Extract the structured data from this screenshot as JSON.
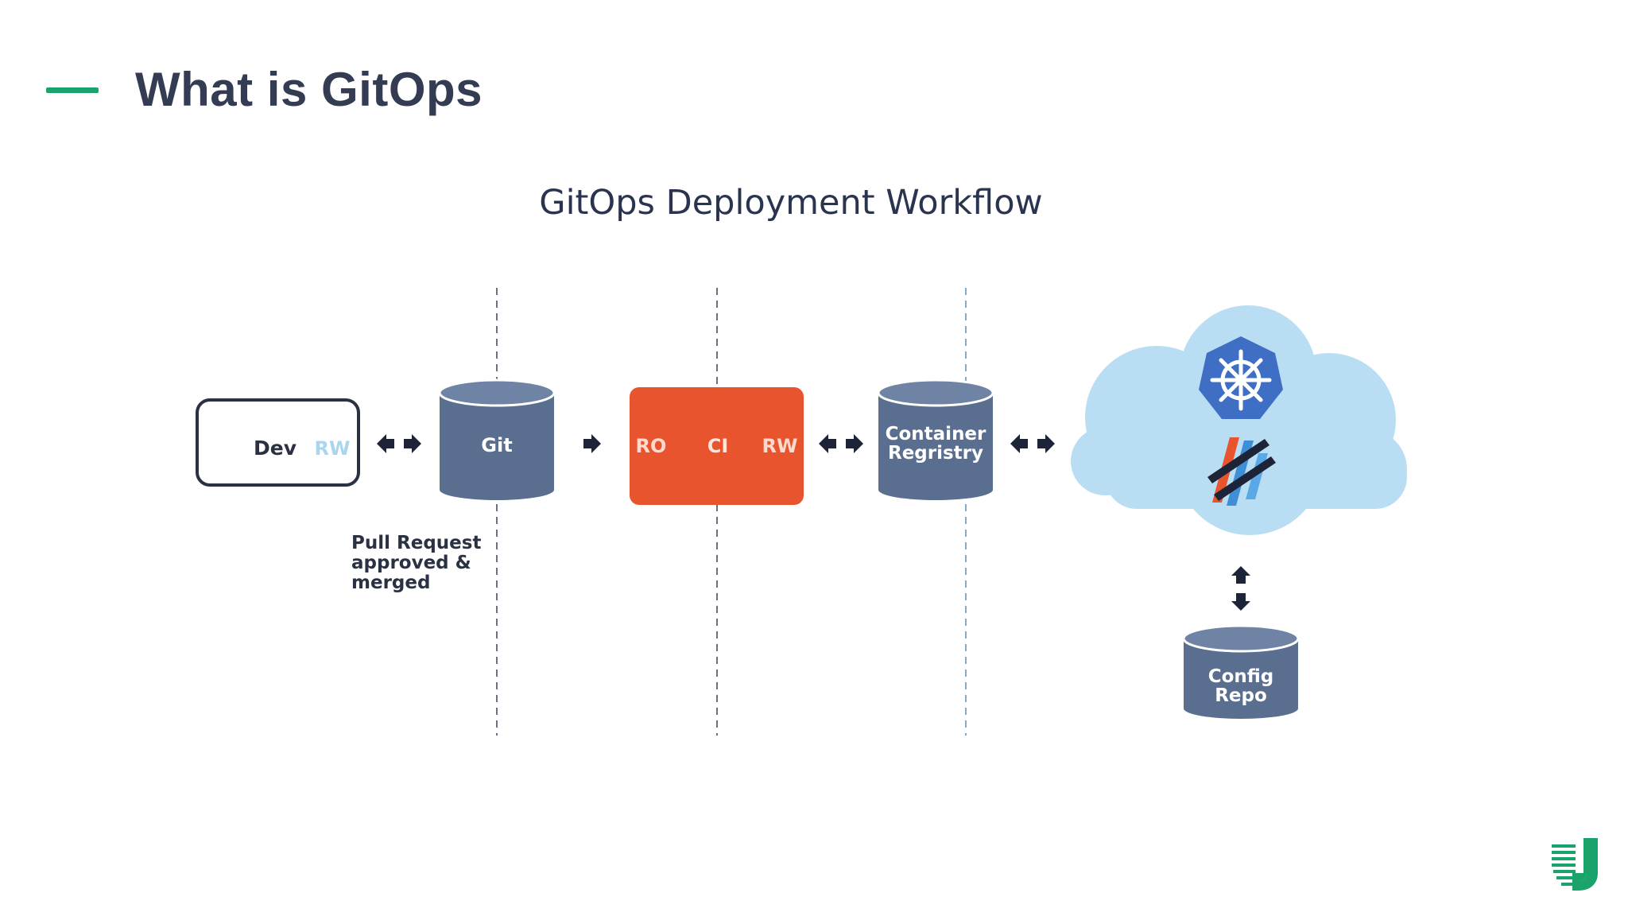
{
  "slide": {
    "title": "What is GitOps"
  },
  "diagram": {
    "title": "GitOps Deployment Workflow",
    "dev": {
      "label": "Dev",
      "access": "RW"
    },
    "git": {
      "label": "Git"
    },
    "ci": {
      "left_access": "RO",
      "label": "CI",
      "right_access": "RW"
    },
    "registry": {
      "line1": "Container",
      "line2": "Regristry"
    },
    "note": {
      "line1": "Pull Request",
      "line2": "approved &",
      "line3": "merged"
    },
    "config": {
      "line1": "Config",
      "line2": "Repo"
    },
    "cloud": {
      "icons": [
        "kubernetes-icon",
        "weave-flux-icon"
      ]
    }
  },
  "colors": {
    "title_accent": "#1aa36b",
    "title_text": "#333c52",
    "cylinder": "#5a6e8f",
    "cylinder_top": "#6f83a4",
    "ci_box": "#e8542e",
    "cloud": "#b9def3",
    "kubernetes": "#3f6fc4",
    "dev_rw": "#a9d6ee",
    "arrow": "#1d2438"
  }
}
